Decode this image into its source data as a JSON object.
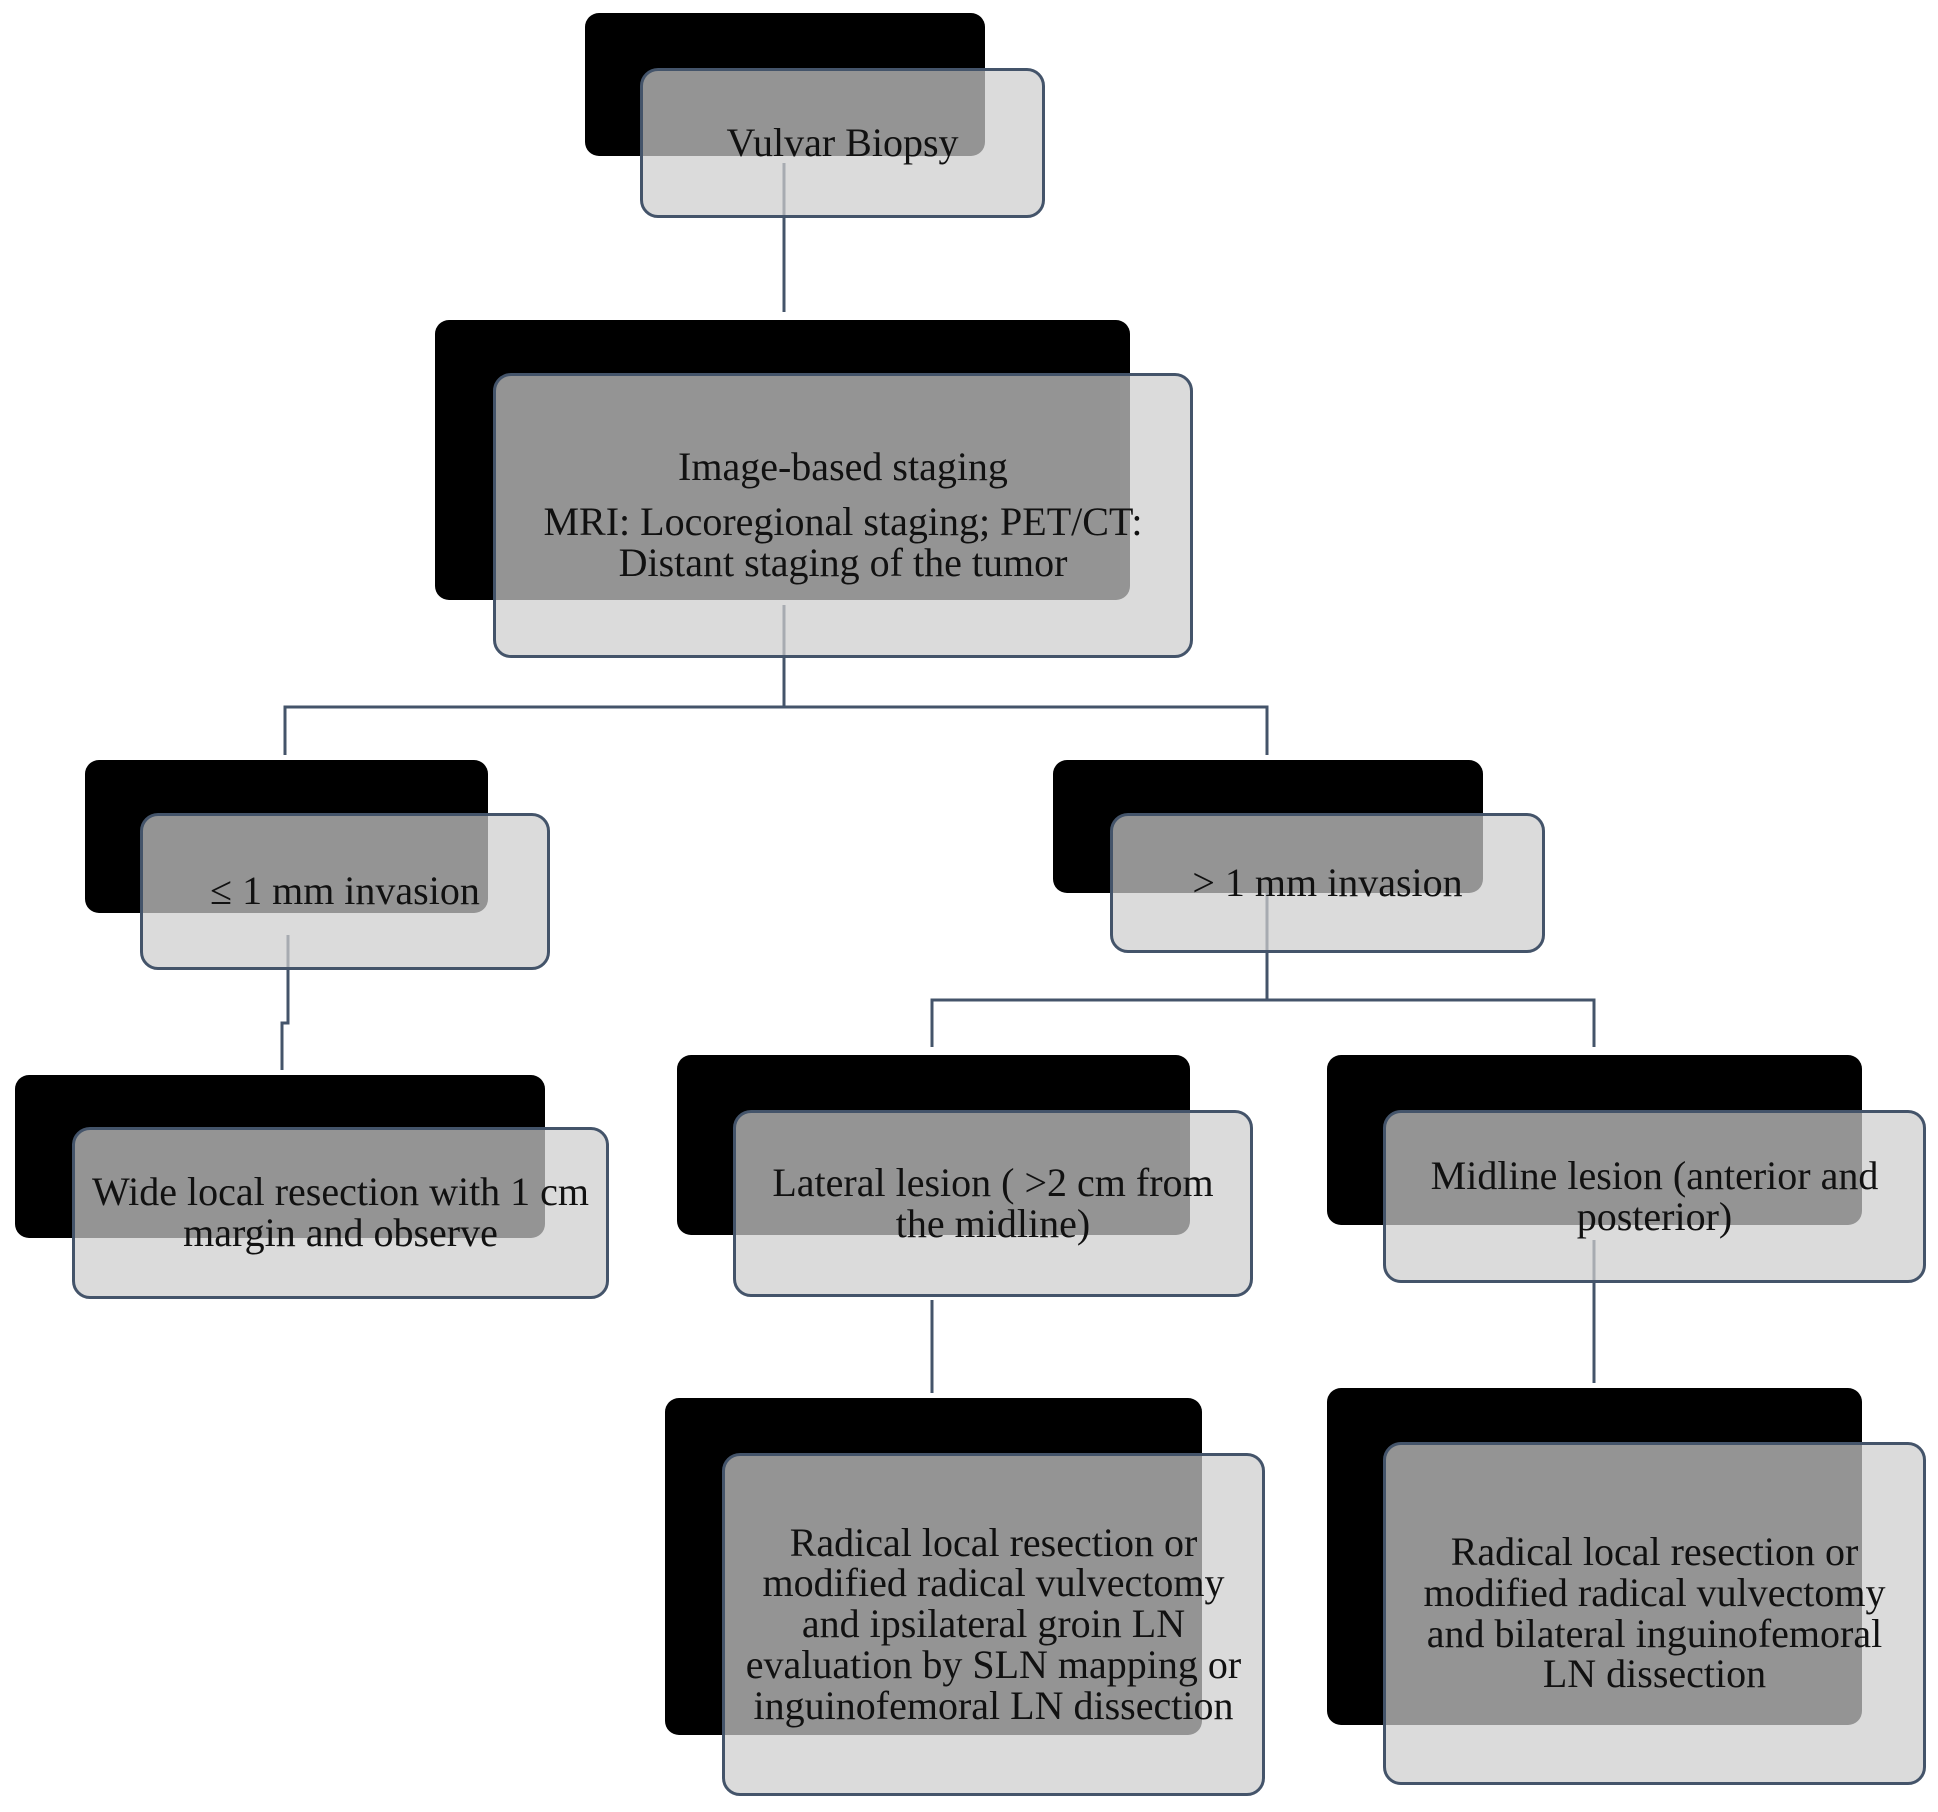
{
  "flowchart": {
    "nodes": {
      "vulvar_biopsy": {
        "text": "Vulvar Biopsy"
      },
      "image_staging": {
        "title": "Image-based staging",
        "detail": "MRI: Locoregional staging; PET/CT: Distant staging of the tumor"
      },
      "le_1mm": {
        "text": "≤ 1 mm invasion"
      },
      "gt_1mm": {
        "text": "> 1 mm invasion"
      },
      "wide_local": {
        "text": "Wide local resection with 1 cm margin and observe"
      },
      "lateral": {
        "text": "Lateral lesion ( >2 cm from the midline)"
      },
      "midline": {
        "text": "Midline lesion (anterior and posterior)"
      },
      "lateral_treatment": {
        "text": "Radical local resection or modified radical vulvectomy and ipsilateral groin LN evaluation by SLN mapping or inguinofemoral LN dissection"
      },
      "midline_treatment": {
        "text": "Radical local resection or modified radical vulvectomy and bilateral inguinofemoral LN dissection"
      }
    },
    "colors": {
      "box_fill": "#d2d2d2",
      "box_border": "#44546a",
      "shadow": "#000000",
      "connector": "#44546a"
    }
  }
}
